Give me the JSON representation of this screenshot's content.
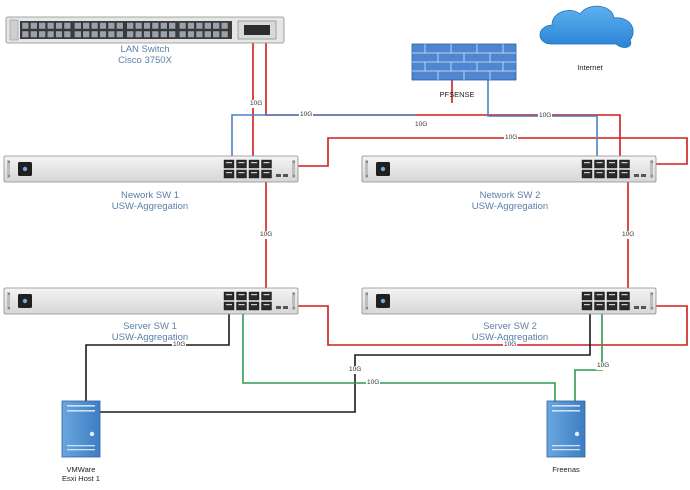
{
  "devices": {
    "lan_switch": {
      "line1": "LAN Switch",
      "line2": "Cisco 3750X"
    },
    "firewall": {
      "label": "PFSENSE"
    },
    "internet": {
      "label": "Internet"
    },
    "network_sw1": {
      "line1": "Nework SW 1",
      "line2": "USW-Aggregation"
    },
    "network_sw2": {
      "line1": "Network SW 2",
      "line2": "USW-Aggregation"
    },
    "server_sw1": {
      "line1": "Server SW 1",
      "line2": "USW-Aggregation"
    },
    "server_sw2": {
      "line1": "Server SW 2",
      "line2": "USW-Aggregation"
    },
    "esxi_host": {
      "line1": "VMWare",
      "line2": "Esxi Host 1"
    },
    "freenas": {
      "label": "Freenas"
    }
  },
  "links": {
    "speed_label": "10G"
  },
  "colors": {
    "red_link": "#d01c1c",
    "blue_link": "#4a82c4",
    "green_link": "#2e9a4a",
    "black_link": "#1a1a1a",
    "label_blue": "#5b7fa8"
  }
}
